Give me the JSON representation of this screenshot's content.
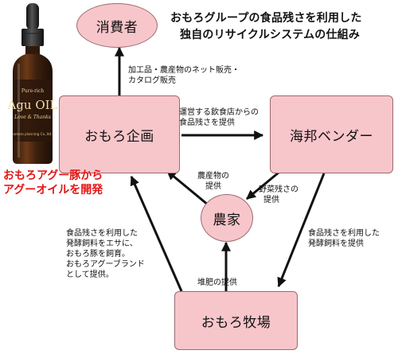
{
  "title": {
    "line1": "おもろグループの食品残さを利用した",
    "line2": "独自のリサイクルシステムの仕組み"
  },
  "nodes": {
    "consumer": "消費者",
    "omoro_kikaku": "おもろ企画",
    "kaiho_vendor": "海邦ベンダー",
    "farmer": "農家",
    "omoro_farm": "おもろ牧場"
  },
  "labels": {
    "online_sales": [
      "加工品・農産物のネット販売・",
      "カタログ販売"
    ],
    "restaurant_waste": [
      "運営する飲食店からの",
      "食品残さを提供"
    ],
    "produce": [
      "農産物の",
      "提供"
    ],
    "veg_waste": [
      "野菜残さの",
      "提供"
    ],
    "compost": "堆肥の提供",
    "fermented_feed": [
      "食品残さを利用した",
      "発酵飼料を提供"
    ],
    "agu_brand": [
      "食品残さを利用した",
      "発酵飼料をエサに、",
      "おもろ豚を飼育。",
      "おもろアグーブランド",
      "として提供。"
    ]
  },
  "product": {
    "label_top": "Pure-rich",
    "label_main": "Agu OIL",
    "label_sub": "Love & Thanks",
    "label_maker": "omoro planning Co.,ltd."
  },
  "promo": [
    "おもろアグー豚から",
    "アグーオイルを開発"
  ],
  "colors": {
    "node_fill": "#f7c6cb",
    "node_border": "#9c6a6f",
    "promo_text": "#e51515",
    "arrow": "#111111"
  }
}
